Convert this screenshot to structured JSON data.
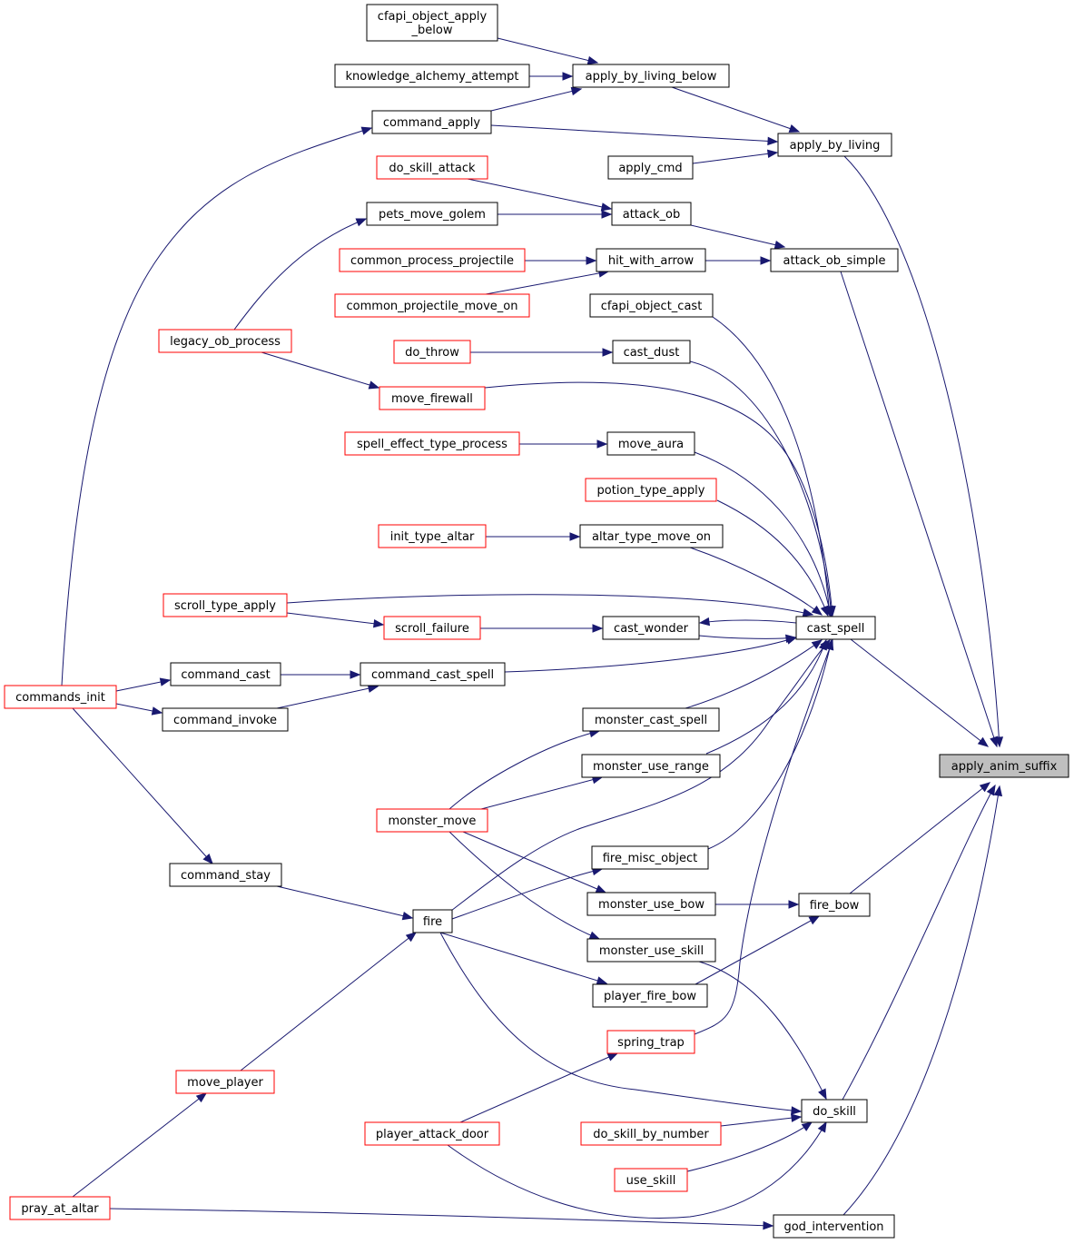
{
  "colors": {
    "edge": "#191970",
    "target_fill": "#bfbfbf",
    "border_normal": "#000000",
    "border_truncated": "#ff0000"
  },
  "nodes": [
    {
      "id": "apply_anim_suffix",
      "label": "apply_anim_suffix",
      "style": "target"
    },
    {
      "id": "apply_by_living",
      "label": "apply_by_living",
      "style": "normal"
    },
    {
      "id": "attack_ob_simple",
      "label": "attack_ob_simple",
      "style": "normal"
    },
    {
      "id": "cast_spell",
      "label": "cast_spell",
      "style": "normal"
    },
    {
      "id": "fire_bow",
      "label": "fire_bow",
      "style": "normal"
    },
    {
      "id": "do_skill",
      "label": "do_skill",
      "style": "normal"
    },
    {
      "id": "god_intervention",
      "label": "god_intervention",
      "style": "normal"
    },
    {
      "id": "apply_by_living_below",
      "label": "apply_by_living_below",
      "style": "normal"
    },
    {
      "id": "apply_cmd",
      "label": "apply_cmd",
      "style": "normal"
    },
    {
      "id": "command_apply",
      "label": "command_apply",
      "style": "normal"
    },
    {
      "id": "cfapi_object_apply_below",
      "label": [
        "cfapi_object_apply",
        "_below"
      ],
      "style": "normal"
    },
    {
      "id": "knowledge_alchemy_attempt",
      "label": "knowledge_alchemy_attempt",
      "style": "normal"
    },
    {
      "id": "commands_init",
      "label": "commands_init",
      "style": "truncated"
    },
    {
      "id": "attack_ob",
      "label": "attack_ob",
      "style": "normal"
    },
    {
      "id": "hit_with_arrow",
      "label": "hit_with_arrow",
      "style": "normal"
    },
    {
      "id": "do_skill_attack",
      "label": "do_skill_attack",
      "style": "truncated"
    },
    {
      "id": "pets_move_golem",
      "label": "pets_move_golem",
      "style": "normal"
    },
    {
      "id": "legacy_ob_process",
      "label": "legacy_ob_process",
      "style": "truncated"
    },
    {
      "id": "common_process_projectile",
      "label": "common_process_projectile",
      "style": "truncated"
    },
    {
      "id": "common_projectile_move_on",
      "label": "common_projectile_move_on",
      "style": "truncated"
    },
    {
      "id": "cfapi_object_cast",
      "label": "cfapi_object_cast",
      "style": "normal"
    },
    {
      "id": "cast_dust",
      "label": "cast_dust",
      "style": "normal"
    },
    {
      "id": "move_firewall",
      "label": "move_firewall",
      "style": "truncated"
    },
    {
      "id": "move_aura",
      "label": "move_aura",
      "style": "normal"
    },
    {
      "id": "potion_type_apply",
      "label": "potion_type_apply",
      "style": "truncated"
    },
    {
      "id": "altar_type_move_on",
      "label": "altar_type_move_on",
      "style": "normal"
    },
    {
      "id": "scroll_type_apply",
      "label": "scroll_type_apply",
      "style": "truncated"
    },
    {
      "id": "cast_wonder",
      "label": "cast_wonder",
      "style": "normal"
    },
    {
      "id": "command_cast_spell",
      "label": "command_cast_spell",
      "style": "normal"
    },
    {
      "id": "monster_cast_spell",
      "label": "monster_cast_spell",
      "style": "normal"
    },
    {
      "id": "monster_use_range",
      "label": "monster_use_range",
      "style": "normal"
    },
    {
      "id": "fire",
      "label": "fire",
      "style": "normal"
    },
    {
      "id": "fire_misc_object",
      "label": "fire_misc_object",
      "style": "normal"
    },
    {
      "id": "spring_trap",
      "label": "spring_trap",
      "style": "truncated"
    },
    {
      "id": "do_throw",
      "label": "do_throw",
      "style": "truncated"
    },
    {
      "id": "spell_effect_type_process",
      "label": "spell_effect_type_process",
      "style": "truncated"
    },
    {
      "id": "init_type_altar",
      "label": "init_type_altar",
      "style": "truncated"
    },
    {
      "id": "scroll_failure",
      "label": "scroll_failure",
      "style": "truncated"
    },
    {
      "id": "command_cast",
      "label": "command_cast",
      "style": "normal"
    },
    {
      "id": "command_invoke",
      "label": "command_invoke",
      "style": "normal"
    },
    {
      "id": "monster_move",
      "label": "monster_move",
      "style": "truncated"
    },
    {
      "id": "command_stay",
      "label": "command_stay",
      "style": "normal"
    },
    {
      "id": "move_player",
      "label": "move_player",
      "style": "truncated"
    },
    {
      "id": "pray_at_altar",
      "label": "pray_at_altar",
      "style": "truncated"
    },
    {
      "id": "player_attack_door",
      "label": "player_attack_door",
      "style": "truncated"
    },
    {
      "id": "monster_use_bow",
      "label": "monster_use_bow",
      "style": "normal"
    },
    {
      "id": "player_fire_bow",
      "label": "player_fire_bow",
      "style": "normal"
    },
    {
      "id": "monster_use_skill",
      "label": "monster_use_skill",
      "style": "normal"
    },
    {
      "id": "do_skill_by_number",
      "label": "do_skill_by_number",
      "style": "truncated"
    },
    {
      "id": "use_skill",
      "label": "use_skill",
      "style": "truncated"
    }
  ],
  "edges": [
    {
      "from": "apply_by_living",
      "to": "apply_anim_suffix"
    },
    {
      "from": "attack_ob_simple",
      "to": "apply_anim_suffix"
    },
    {
      "from": "cast_spell",
      "to": "apply_anim_suffix"
    },
    {
      "from": "fire_bow",
      "to": "apply_anim_suffix"
    },
    {
      "from": "do_skill",
      "to": "apply_anim_suffix"
    },
    {
      "from": "god_intervention",
      "to": "apply_anim_suffix"
    },
    {
      "from": "apply_by_living_below",
      "to": "apply_by_living"
    },
    {
      "from": "apply_cmd",
      "to": "apply_by_living"
    },
    {
      "from": "command_apply",
      "to": "apply_by_living"
    },
    {
      "from": "cfapi_object_apply_below",
      "to": "apply_by_living_below"
    },
    {
      "from": "knowledge_alchemy_attempt",
      "to": "apply_by_living_below"
    },
    {
      "from": "command_apply",
      "to": "apply_by_living_below"
    },
    {
      "from": "commands_init",
      "to": "command_apply"
    },
    {
      "from": "attack_ob",
      "to": "attack_ob_simple"
    },
    {
      "from": "hit_with_arrow",
      "to": "attack_ob_simple"
    },
    {
      "from": "do_skill_attack",
      "to": "attack_ob"
    },
    {
      "from": "pets_move_golem",
      "to": "attack_ob"
    },
    {
      "from": "legacy_ob_process",
      "to": "pets_move_golem"
    },
    {
      "from": "common_process_projectile",
      "to": "hit_with_arrow"
    },
    {
      "from": "common_projectile_move_on",
      "to": "hit_with_arrow"
    },
    {
      "from": "cfapi_object_cast",
      "to": "cast_spell"
    },
    {
      "from": "cast_dust",
      "to": "cast_spell"
    },
    {
      "from": "move_firewall",
      "to": "cast_spell"
    },
    {
      "from": "move_aura",
      "to": "cast_spell"
    },
    {
      "from": "potion_type_apply",
      "to": "cast_spell"
    },
    {
      "from": "altar_type_move_on",
      "to": "cast_spell"
    },
    {
      "from": "scroll_type_apply",
      "to": "cast_spell"
    },
    {
      "from": "cast_wonder",
      "to": "cast_spell"
    },
    {
      "from": "cast_spell",
      "to": "cast_wonder"
    },
    {
      "from": "command_cast_spell",
      "to": "cast_spell"
    },
    {
      "from": "monster_cast_spell",
      "to": "cast_spell"
    },
    {
      "from": "monster_use_range",
      "to": "cast_spell"
    },
    {
      "from": "fire",
      "to": "cast_spell"
    },
    {
      "from": "fire_misc_object",
      "to": "cast_spell"
    },
    {
      "from": "spring_trap",
      "to": "cast_spell"
    },
    {
      "from": "do_throw",
      "to": "cast_dust"
    },
    {
      "from": "legacy_ob_process",
      "to": "move_firewall"
    },
    {
      "from": "spell_effect_type_process",
      "to": "move_aura"
    },
    {
      "from": "init_type_altar",
      "to": "altar_type_move_on"
    },
    {
      "from": "scroll_failure",
      "to": "cast_wonder"
    },
    {
      "from": "scroll_type_apply",
      "to": "scroll_failure"
    },
    {
      "from": "command_cast",
      "to": "command_cast_spell"
    },
    {
      "from": "command_invoke",
      "to": "command_cast_spell"
    },
    {
      "from": "commands_init",
      "to": "command_cast"
    },
    {
      "from": "commands_init",
      "to": "command_invoke"
    },
    {
      "from": "monster_move",
      "to": "monster_cast_spell"
    },
    {
      "from": "monster_move",
      "to": "monster_use_range"
    },
    {
      "from": "monster_move",
      "to": "monster_use_bow"
    },
    {
      "from": "monster_move",
      "to": "monster_use_skill"
    },
    {
      "from": "fire",
      "to": "fire_misc_object"
    },
    {
      "from": "fire",
      "to": "player_fire_bow"
    },
    {
      "from": "fire",
      "to": "do_skill"
    },
    {
      "from": "command_stay",
      "to": "fire"
    },
    {
      "from": "move_player",
      "to": "fire"
    },
    {
      "from": "commands_init",
      "to": "command_stay"
    },
    {
      "from": "pray_at_altar",
      "to": "move_player"
    },
    {
      "from": "pray_at_altar",
      "to": "god_intervention"
    },
    {
      "from": "player_attack_door",
      "to": "spring_trap"
    },
    {
      "from": "player_attack_door",
      "to": "do_skill"
    },
    {
      "from": "monster_use_bow",
      "to": "fire_bow"
    },
    {
      "from": "player_fire_bow",
      "to": "fire_bow"
    },
    {
      "from": "monster_use_skill",
      "to": "do_skill"
    },
    {
      "from": "do_skill_by_number",
      "to": "do_skill"
    },
    {
      "from": "use_skill",
      "to": "do_skill"
    }
  ]
}
